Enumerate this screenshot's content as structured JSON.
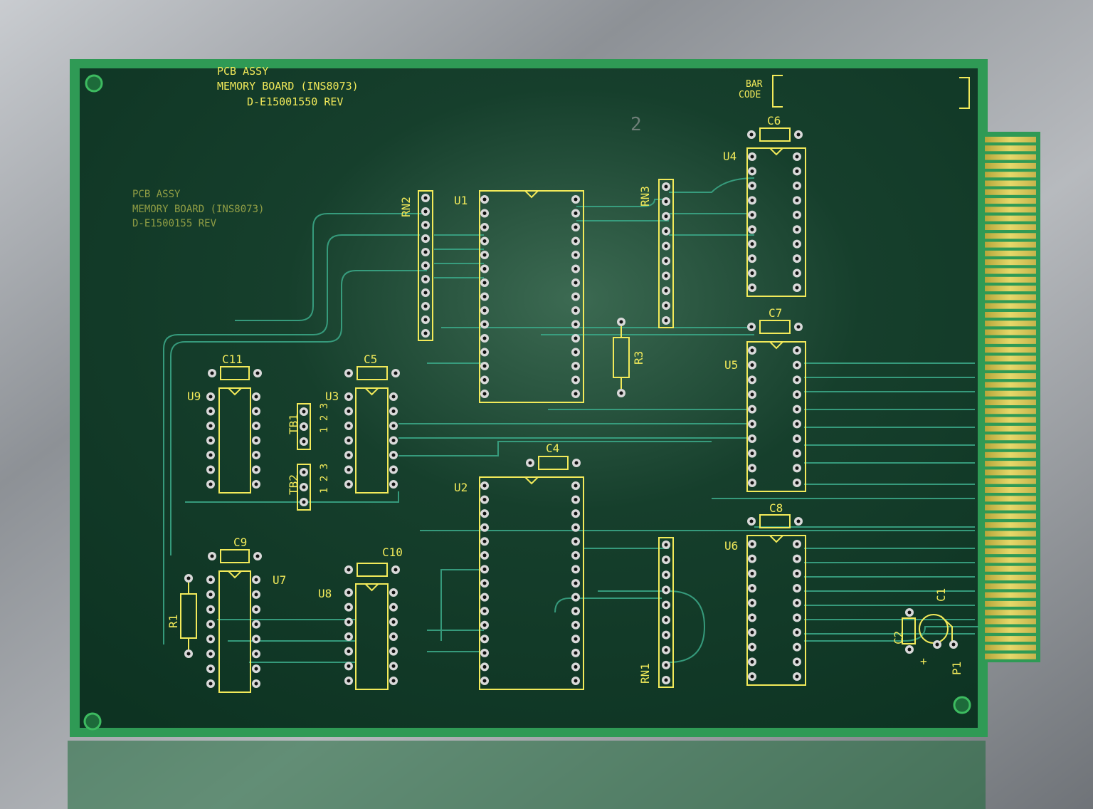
{
  "board": {
    "title_line1": "PCB ASSY",
    "title_line2": "MEMORY BOARD (INS8073)",
    "title_line3": "D-E15001550 REV",
    "ghost_line1": "PCB ASSY",
    "ghost_line2": "MEMORY BOARD (INS8073)",
    "ghost_line3": "D-E1500155    REV",
    "barcode_line1": "BAR",
    "barcode_line2": "CODE",
    "marker_number": "2",
    "plus_sign": "+",
    "tb_pin_numbers": "1 2 3"
  },
  "labels": {
    "U1": "U1",
    "U2": "U2",
    "U3": "U3",
    "U4": "U4",
    "U5": "U5",
    "U6": "U6",
    "U7": "U7",
    "U8": "U8",
    "U9": "U9",
    "RN1": "RN1",
    "RN2": "RN2",
    "RN3": "RN3",
    "R1": "R1",
    "R3": "R3",
    "C1": "C1",
    "C2": "C2",
    "C4": "C4",
    "C5": "C5",
    "C6": "C6",
    "C7": "C7",
    "C8": "C8",
    "C9": "C9",
    "C10": "C10",
    "C11": "C11",
    "TB1": "TB1",
    "TB2": "TB2",
    "P1": "P1"
  },
  "colors": {
    "board": "#123f2a",
    "board_edge": "#2f9a55",
    "silkscreen": "#f2ea5a",
    "trace": "#3aa585",
    "gold": "#d8c95a"
  }
}
